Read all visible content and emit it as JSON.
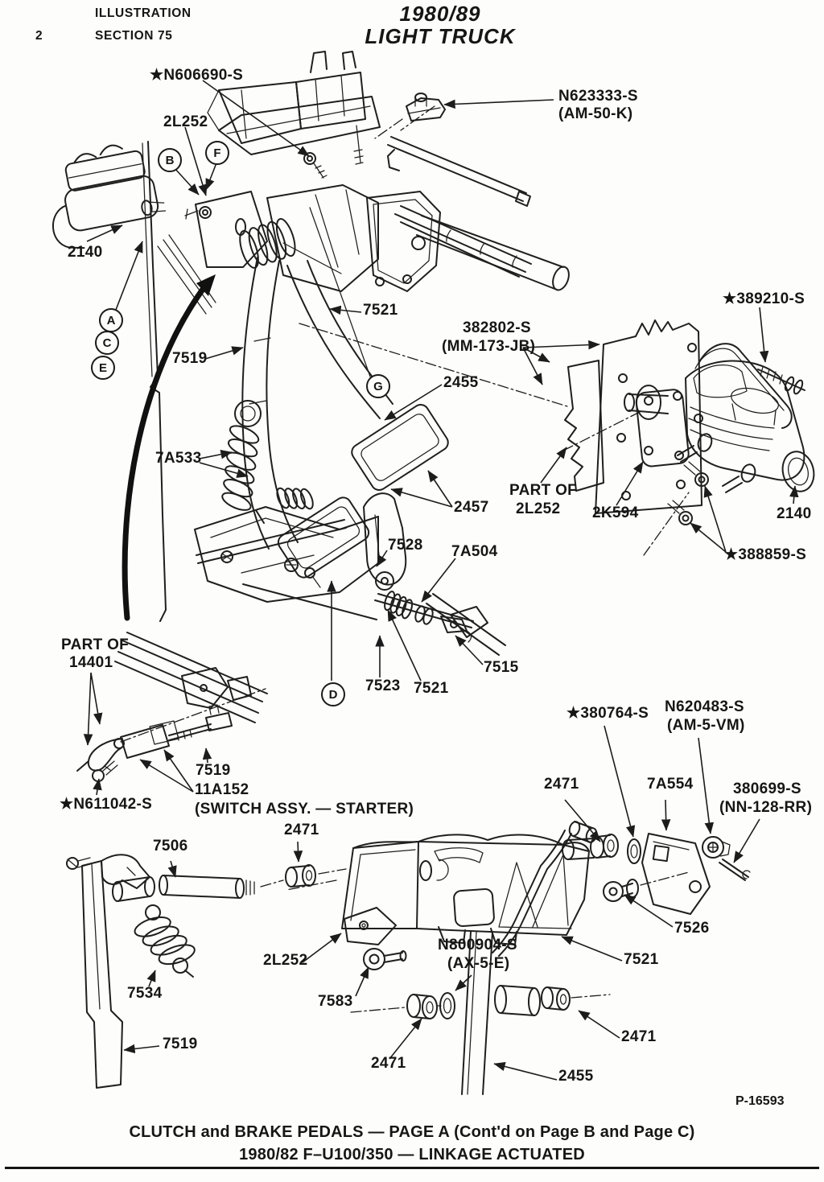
{
  "header": {
    "page_number": "2",
    "kicker_line1": "ILLUSTRATION",
    "kicker_line2": "SECTION 75",
    "title_line1": "1980/89",
    "title_line2": "LIGHT TRUCK"
  },
  "footer": {
    "plate_number": "P-16593",
    "caption_line1": "CLUTCH and BRAKE PEDALS — PAGE A (Cont'd on Page B and Page C)",
    "caption_line2": "1980/82 F–U100/350 — LINKAGE ACTUATED"
  },
  "callouts": {
    "a": "A",
    "b": "B",
    "c": "C",
    "d": "D",
    "e": "E",
    "f": "F",
    "g": "G"
  },
  "labels": {
    "n606690": "★N606690-S",
    "l2252_top": "2L252",
    "n623333": "N623333-S",
    "am50k": "(AM-50-K)",
    "m2140_left": "2140",
    "p7519_mid": "7519",
    "p7521_top": "7521",
    "p382802": "382802-S",
    "mm173jb": "(MM-173-JB)",
    "p2455_mid": "2455",
    "s389210": "★389210-S",
    "p7a533": "7A533",
    "p2457": "2457",
    "partof_a": "PART OF",
    "l2252_mid": "2L252",
    "p2k594": "2K594",
    "m2140_right": "2140",
    "s388859": "★388859-S",
    "p7528": "7528",
    "p7a504": "7A504",
    "p7515": "7515",
    "p7523": "7523",
    "p7521_mid": "7521",
    "partof_b": "PART OF",
    "p14401": "14401",
    "s_n611042": "★N611042-S",
    "p7519_sw": "7519",
    "p11a152": "11A152",
    "switch_assy": "(SWITCH ASSY. — STARTER)",
    "s380764": "★380764-S",
    "n620483": "N620483-S",
    "am5vm": "(AM-5-VM)",
    "p2471_a": "2471",
    "p7a554": "7A554",
    "p380699": "380699-S",
    "nn128rr": "(NN-128-RR)",
    "p7506": "7506",
    "p2471_b": "2471",
    "p7534": "7534",
    "l2252_bot": "2L252",
    "p7583": "7583",
    "p7519_bot": "7519",
    "n800904": "N800904-S",
    "ax5e": "(AX-5-E)",
    "p7521_bot": "7521",
    "p7526": "7526",
    "p2471_c": "2471",
    "p2471_d": "2471",
    "p2455_bot": "2455"
  }
}
